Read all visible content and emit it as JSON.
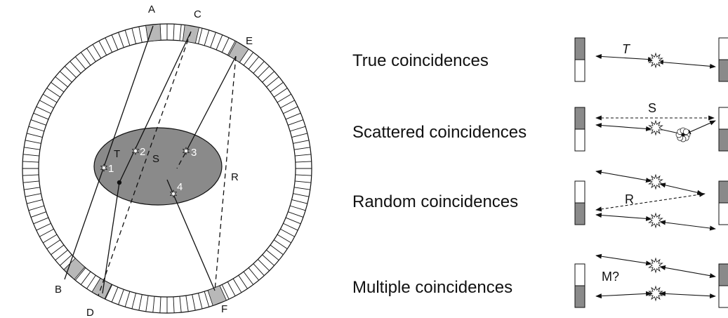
{
  "scanner": {
    "detector_labels": [
      "A",
      "B",
      "C",
      "D",
      "E",
      "F"
    ],
    "event_numbers": [
      "1",
      "2",
      "3",
      "4"
    ],
    "line_labels": {
      "true": "T",
      "scattered": "S",
      "random": "R"
    }
  },
  "legend": {
    "rows": [
      {
        "label": "True coincidences",
        "mark": "T"
      },
      {
        "label": "Scattered coincidences",
        "mark": "S"
      },
      {
        "label": "Random coincidences",
        "mark": "R"
      },
      {
        "label": "Multiple coincidences",
        "mark": "M?"
      }
    ]
  },
  "colors": {
    "grey": "#8a8a8a",
    "ink": "#111111",
    "ring_fill": "#ffffff"
  }
}
